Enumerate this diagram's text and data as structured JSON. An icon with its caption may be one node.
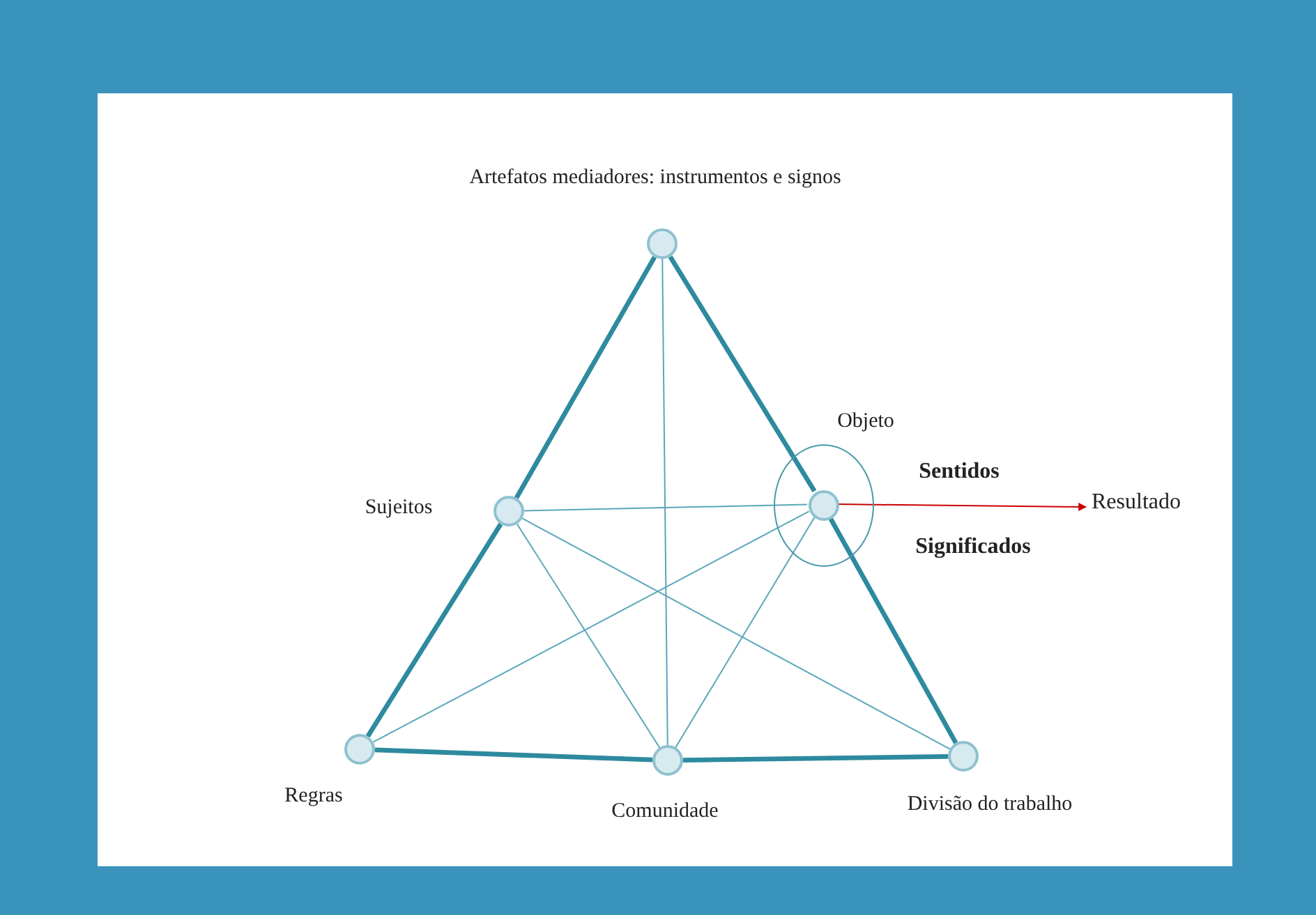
{
  "diagram": {
    "nodes": [
      {
        "text": [],
        "shape": "circle",
        "beside": [
          "Artefatos mediadores: instrumentos e signos"
        ]
      },
      {
        "text": [],
        "shape": "circle",
        "beside": [
          "Sujeitos"
        ]
      },
      {
        "text": [],
        "shape": "circle",
        "beside": [
          "Objeto"
        ]
      },
      {
        "text": [],
        "shape": "circle",
        "in": 2
      },
      {
        "text": [],
        "shape": "circle",
        "beside": [
          "Regras"
        ]
      },
      {
        "text": [],
        "shape": "circle",
        "beside": [
          "Comunidade"
        ]
      },
      {
        "text": [],
        "shape": "circle",
        "beside": [
          "Divisão do trabalho"
        ]
      },
      {
        "text": [
          "Resultado"
        ]
      }
    ],
    "edges": [
      {
        "from": 0,
        "to": 1,
        "arrow": "none",
        "style": "thick"
      },
      {
        "from": 1,
        "to": 4,
        "arrow": "none",
        "style": "thick"
      },
      {
        "from": 0,
        "to": 3,
        "arrow": "none",
        "style": "thick"
      },
      {
        "from": 3,
        "to": 6,
        "arrow": "none",
        "style": "thick"
      },
      {
        "from": 4,
        "to": 5,
        "arrow": "none",
        "style": "thick"
      },
      {
        "from": 5,
        "to": 6,
        "arrow": "none",
        "style": "thick"
      },
      {
        "from": 0,
        "to": 5,
        "arrow": "none"
      },
      {
        "from": 1,
        "to": 3,
        "arrow": "none"
      },
      {
        "from": 1,
        "to": 5,
        "arrow": "none"
      },
      {
        "from": 1,
        "to": 6,
        "arrow": "none"
      },
      {
        "from": 4,
        "to": 3,
        "arrow": "none"
      },
      {
        "from": 5,
        "to": 3,
        "arrow": "none"
      },
      {
        "from": 3,
        "to": 7,
        "arrow": "to",
        "color": "#cc0000"
      }
    ],
    "labels": [
      "Sentidos",
      "Significados"
    ]
  }
}
